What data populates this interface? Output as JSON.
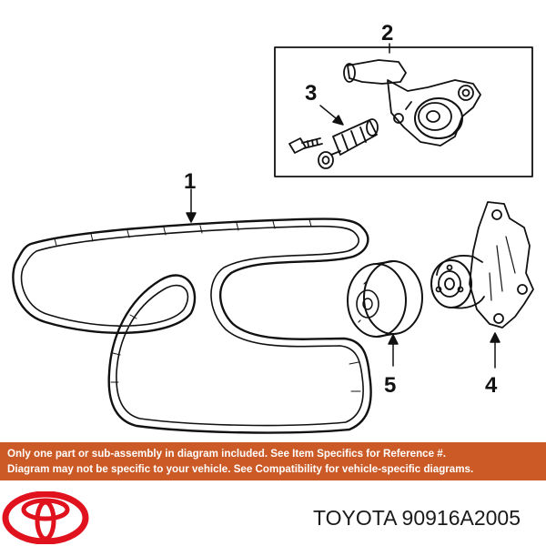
{
  "colors": {
    "notice_background": "#cc5a26",
    "notice_text": "#ffffff",
    "logo_red": "#e0121e",
    "line_art": "#111111"
  },
  "diagram": {
    "callouts": [
      {
        "id": "1",
        "label": "1"
      },
      {
        "id": "2",
        "label": "2"
      },
      {
        "id": "3",
        "label": "3"
      },
      {
        "id": "4",
        "label": "4"
      },
      {
        "id": "5",
        "label": "5"
      }
    ]
  },
  "notice": {
    "line1": "Only one part or sub-assembly in diagram included. See Item Specifics for Reference #.",
    "line2": "Diagram may not be specific to your vehicle. See Compatibility for vehicle-specific diagrams."
  },
  "footer": {
    "logo_icon": "toyota-logo-icon",
    "part_label": "TOYOTA 90916A2005"
  }
}
